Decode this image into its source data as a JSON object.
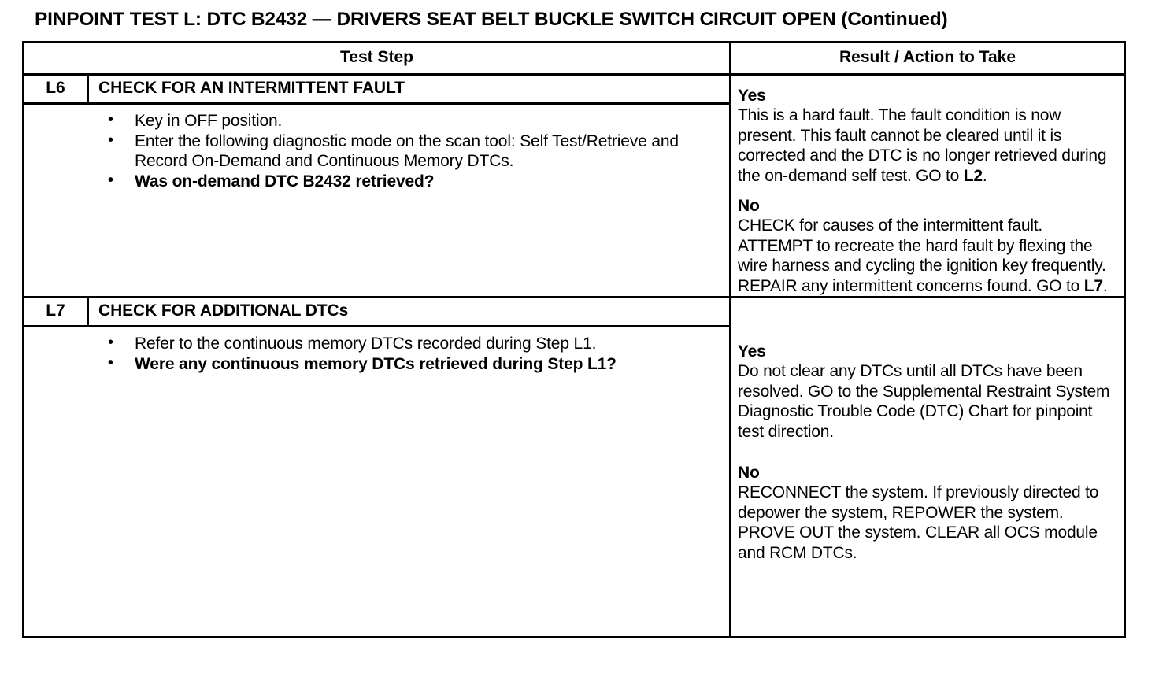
{
  "document": {
    "title": "PINPOINT TEST  L: DTC B2432 — DRIVERS SEAT BELT BUCKLE SWITCH CIRCUIT OPEN (Continued)"
  },
  "table": {
    "headers": {
      "test_step": "Test Step",
      "result_action": "Result / Action to Take"
    },
    "rows": [
      {
        "id": "L6",
        "step_title": "CHECK FOR AN INTERMITTENT FAULT",
        "bullets": [
          {
            "text": "Key in OFF position.",
            "bold": false
          },
          {
            "text": "Enter the following diagnostic mode on the scan tool: Self Test/Retrieve and Record On-Demand and Continuous Memory DTCs.",
            "bold": false
          },
          {
            "text": "Was on-demand DTC B2432 retrieved?",
            "bold": true
          }
        ],
        "results": [
          {
            "label": "Yes",
            "text_before": "This is a hard fault. The fault condition is now present. This fault cannot be cleared until it is corrected and the DTC is no longer retrieved during the on-demand self test. GO to ",
            "goto": "L2",
            "text_after": "."
          },
          {
            "label": "No",
            "text_before": "CHECK for causes of the intermittent fault. ATTEMPT to recreate the hard fault by flexing the wire harness and cycling the ignition key frequently. REPAIR any intermittent concerns found. GO to ",
            "goto": "L7",
            "text_after": "."
          }
        ]
      },
      {
        "id": "L7",
        "step_title": "CHECK FOR ADDITIONAL DTCs",
        "bullets": [
          {
            "text": "Refer to the continuous memory DTCs recorded during Step L1.",
            "bold": false
          },
          {
            "text": "Were any continuous memory DTCs retrieved during Step L1?",
            "bold": true
          }
        ],
        "results": [
          {
            "label": "Yes",
            "text_before": "Do not clear any DTCs until all DTCs have been resolved. GO to the Supplemental Restraint System Diagnostic Trouble Code (DTC) Chart for pinpoint  test direction.",
            "goto": "",
            "text_after": ""
          },
          {
            "label": "No",
            "text_before": "RECONNECT the system. If previously directed to depower the system, REPOWER the system. PROVE OUT the system. CLEAR  all OCS module and RCM DTCs.",
            "goto": "",
            "text_after": ""
          }
        ]
      }
    ]
  },
  "colors": {
    "ink": "#000000",
    "paper": "#ffffff"
  }
}
